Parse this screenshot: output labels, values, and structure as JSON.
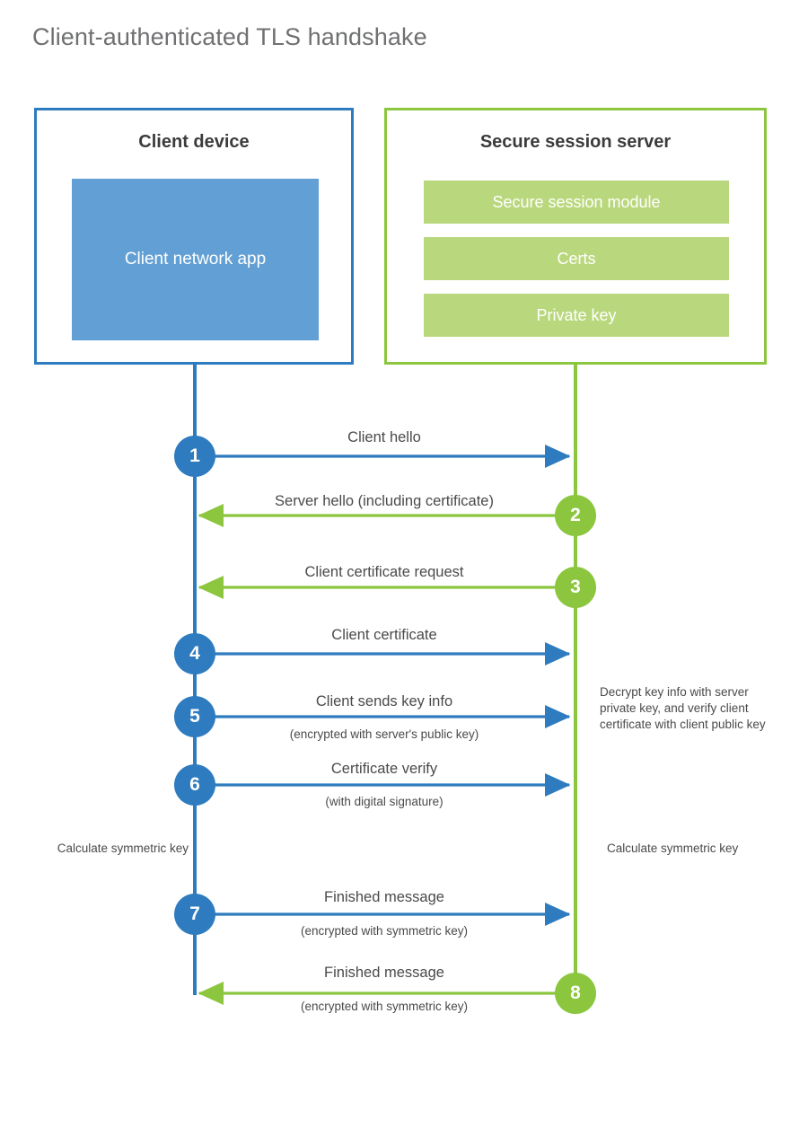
{
  "page": {
    "title": "Client-authenticated TLS handshake"
  },
  "colors": {
    "client_blue": "#2e7cbf",
    "client_app_fill": "#629fd4",
    "server_green": "#8cc63f",
    "server_bar_fill": "#b9d87d",
    "title_grey": "#6f7072",
    "text_grey": "#4a4a4a",
    "background": "#ffffff"
  },
  "client": {
    "title": "Client device",
    "app_label": "Client network app"
  },
  "server": {
    "title": "Secure session server",
    "components": [
      {
        "label": "Secure session module"
      },
      {
        "label": "Certs"
      },
      {
        "label": "Private key"
      }
    ]
  },
  "steps": [
    {
      "number": "1",
      "label": "Client hello",
      "sublabel": "",
      "direction": "client-to-server",
      "color": "blue"
    },
    {
      "number": "2",
      "label": "Server hello (including certificate)",
      "sublabel": "",
      "direction": "server-to-client",
      "color": "green"
    },
    {
      "number": "3",
      "label": "Client certificate request",
      "sublabel": "",
      "direction": "server-to-client",
      "color": "green"
    },
    {
      "number": "4",
      "label": "Client certificate",
      "sublabel": "",
      "direction": "client-to-server",
      "color": "blue"
    },
    {
      "number": "5",
      "label": "Client sends key info",
      "sublabel": "(encrypted with server's public key)",
      "direction": "client-to-server",
      "color": "blue"
    },
    {
      "number": "6",
      "label": "Certificate verify",
      "sublabel": "(with digital signature)",
      "direction": "client-to-server",
      "color": "blue"
    },
    {
      "number": "7",
      "label": "Finished message",
      "sublabel": "(encrypted with symmetric key)",
      "direction": "client-to-server",
      "color": "blue"
    },
    {
      "number": "8",
      "label": "Finished message",
      "sublabel": "(encrypted with symmetric key)",
      "direction": "server-to-client",
      "color": "green"
    }
  ],
  "annotations": {
    "server_decrypt": "Decrypt key info with server private key, and verify client certificate with client public key",
    "client_calculate": "Calculate symmetric key",
    "server_calculate": "Calculate symmetric key"
  }
}
